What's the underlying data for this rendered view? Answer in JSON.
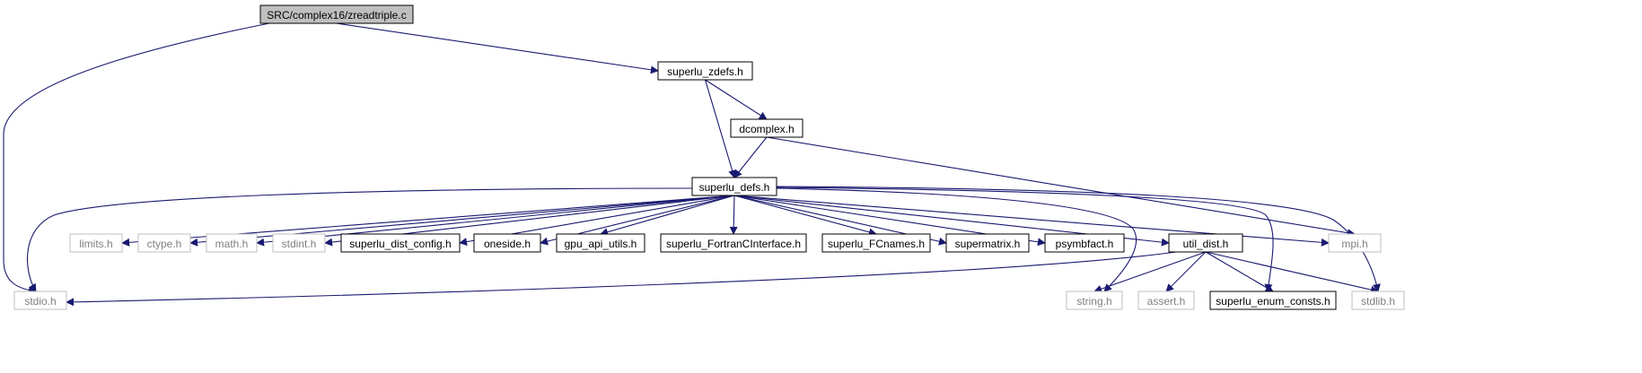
{
  "diagram": {
    "title": "SRC/complex16/zreadtriple.c",
    "colors": {
      "edge": "#191970",
      "root_fill": "#bfbfbf",
      "node_border": "#000000",
      "external_border": "#bfbfbf",
      "external_text": "#7f7f7f"
    },
    "nodes": [
      {
        "id": "zreadtriple",
        "label": "SRC/complex16/zreadtriple.c",
        "kind": "root"
      },
      {
        "id": "superlu_zdefs",
        "label": "superlu_zdefs.h",
        "kind": "header"
      },
      {
        "id": "dcomplex",
        "label": "dcomplex.h",
        "kind": "header"
      },
      {
        "id": "superlu_defs",
        "label": "superlu_defs.h",
        "kind": "header"
      },
      {
        "id": "limits",
        "label": "limits.h",
        "kind": "external"
      },
      {
        "id": "ctype",
        "label": "ctype.h",
        "kind": "external"
      },
      {
        "id": "math",
        "label": "math.h",
        "kind": "external"
      },
      {
        "id": "stdint",
        "label": "stdint.h",
        "kind": "external"
      },
      {
        "id": "superlu_dist_config",
        "label": "superlu_dist_config.h",
        "kind": "header"
      },
      {
        "id": "oneside",
        "label": "oneside.h",
        "kind": "header"
      },
      {
        "id": "gpu_api_utils",
        "label": "gpu_api_utils.h",
        "kind": "header"
      },
      {
        "id": "superlu_FortranCInterface",
        "label": "superlu_FortranCInterface.h",
        "kind": "header"
      },
      {
        "id": "superlu_FCnames",
        "label": "superlu_FCnames.h",
        "kind": "header"
      },
      {
        "id": "supermatrix",
        "label": "supermatrix.h",
        "kind": "header"
      },
      {
        "id": "psymbfact",
        "label": "psymbfact.h",
        "kind": "header"
      },
      {
        "id": "util_dist",
        "label": "util_dist.h",
        "kind": "header"
      },
      {
        "id": "mpi",
        "label": "mpi.h",
        "kind": "external"
      },
      {
        "id": "stdio",
        "label": "stdio.h",
        "kind": "external"
      },
      {
        "id": "string",
        "label": "string.h",
        "kind": "external"
      },
      {
        "id": "assert",
        "label": "assert.h",
        "kind": "external"
      },
      {
        "id": "superlu_enum_consts",
        "label": "superlu_enum_consts.h",
        "kind": "header"
      },
      {
        "id": "stdlib",
        "label": "stdlib.h",
        "kind": "external"
      }
    ],
    "edges": [
      {
        "from": "zreadtriple",
        "to": "superlu_zdefs"
      },
      {
        "from": "zreadtriple",
        "to": "stdio"
      },
      {
        "from": "superlu_zdefs",
        "to": "dcomplex"
      },
      {
        "from": "superlu_zdefs",
        "to": "superlu_defs"
      },
      {
        "from": "dcomplex",
        "to": "superlu_defs"
      },
      {
        "from": "dcomplex",
        "to": "mpi"
      },
      {
        "from": "superlu_defs",
        "to": "limits"
      },
      {
        "from": "superlu_defs",
        "to": "ctype"
      },
      {
        "from": "superlu_defs",
        "to": "math"
      },
      {
        "from": "superlu_defs",
        "to": "stdint"
      },
      {
        "from": "superlu_defs",
        "to": "superlu_dist_config"
      },
      {
        "from": "superlu_defs",
        "to": "oneside"
      },
      {
        "from": "superlu_defs",
        "to": "gpu_api_utils"
      },
      {
        "from": "superlu_defs",
        "to": "superlu_FortranCInterface"
      },
      {
        "from": "superlu_defs",
        "to": "superlu_FCnames"
      },
      {
        "from": "superlu_defs",
        "to": "supermatrix"
      },
      {
        "from": "superlu_defs",
        "to": "psymbfact"
      },
      {
        "from": "superlu_defs",
        "to": "util_dist"
      },
      {
        "from": "superlu_defs",
        "to": "mpi"
      },
      {
        "from": "superlu_defs",
        "to": "stdio"
      },
      {
        "from": "superlu_defs",
        "to": "string"
      },
      {
        "from": "superlu_defs",
        "to": "superlu_enum_consts"
      },
      {
        "from": "superlu_defs",
        "to": "stdlib"
      },
      {
        "from": "util_dist",
        "to": "stdio"
      },
      {
        "from": "util_dist",
        "to": "string"
      },
      {
        "from": "util_dist",
        "to": "assert"
      },
      {
        "from": "util_dist",
        "to": "superlu_enum_consts"
      },
      {
        "from": "util_dist",
        "to": "stdlib"
      }
    ]
  }
}
